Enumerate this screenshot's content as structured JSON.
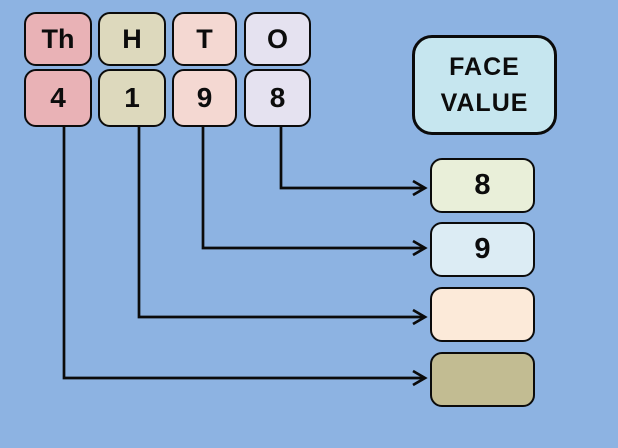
{
  "palette": {
    "background": "#8db3e2",
    "line_color": "#0b0b0b"
  },
  "face_value_label": {
    "line1": "FACE",
    "line2": "VALUE",
    "fill": "#c6e6ef"
  },
  "place_columns": [
    {
      "header": "Th",
      "digit": "4",
      "fill": "#e9b2b6"
    },
    {
      "header": "H",
      "digit": "1",
      "fill": "#ddd9bd"
    },
    {
      "header": "T",
      "digit": "9",
      "fill": "#f4d8d2"
    },
    {
      "header": "O",
      "digit": "8",
      "fill": "#e5e2f0"
    }
  ],
  "answer_boxes": [
    {
      "value": "8",
      "fill": "#e9efd9"
    },
    {
      "value": "9",
      "fill": "#dcecf4"
    },
    {
      "value": "",
      "fill": "#fcead9"
    },
    {
      "value": "",
      "fill": "#c2bc92"
    }
  ]
}
